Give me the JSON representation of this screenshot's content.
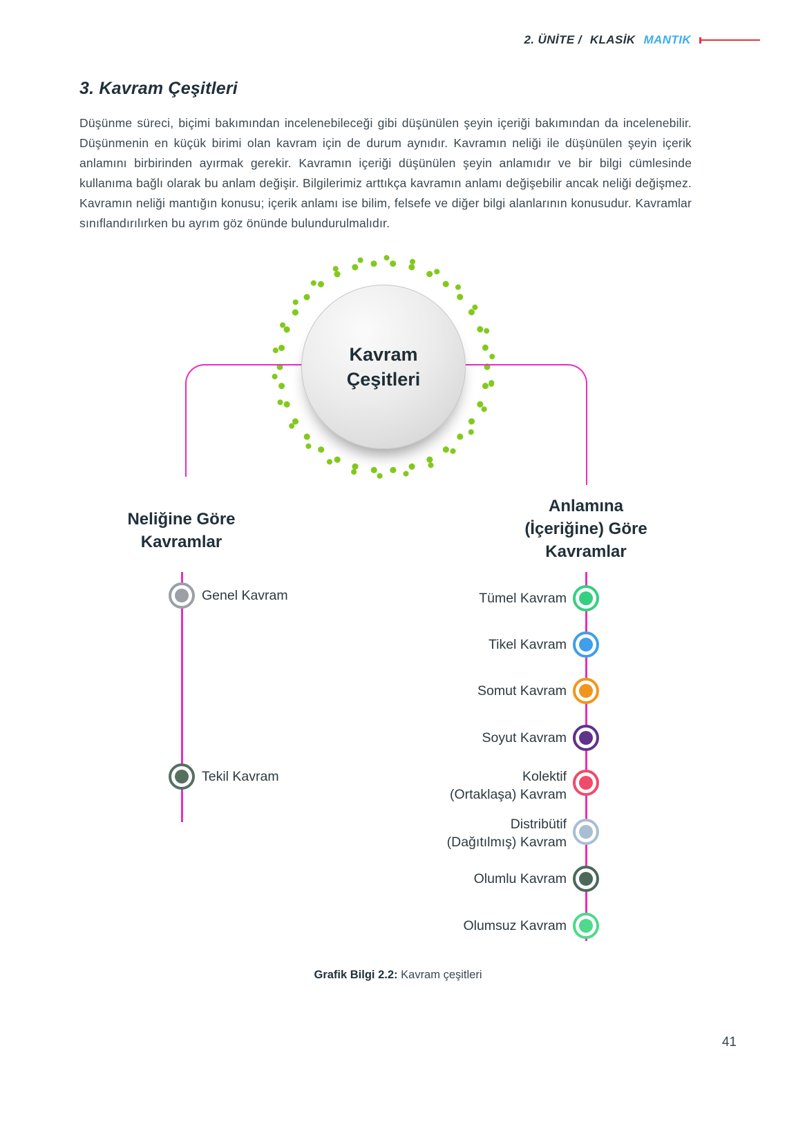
{
  "header": {
    "unit": "2. ÜNİTE /",
    "subject": "KLASİK",
    "subject_highlight": "MANTIK"
  },
  "section": {
    "heading": "3. Kavram Çeşitleri",
    "paragraph": "Düşünme süreci, biçimi bakımından incelenebileceği gibi düşünülen şeyin içeriği bakımından da incelenebilir. Düşünmenin en küçük birimi olan kavram için de durum aynıdır. Kavramın neliği ile düşünülen şeyin içerik anlamını birbirinden ayırmak gerekir. Kavramın içeriği düşünülen şeyin anlamıdır ve bir bilgi cümlesinde kullanıma bağlı olarak bu anlam değişir. Bilgilerimiz arttıkça kavramın anlamı değişebilir ancak neliği değişmez.  Kavramın neliği mantığın konusu; içerik anlamı ise bilim, felsefe ve diğer bilgi alanlarının konusudur. Kavramlar sınıflandırılırken bu ayrım göz önünde bulundurulmalıdır."
  },
  "diagram": {
    "center_label": "Kavram\nÇeşitleri",
    "colors": {
      "connector": "#e92cc1",
      "dots": "#82c91e"
    },
    "left_branch": {
      "title": "Neliğine Göre\nKavramlar",
      "items": [
        {
          "label": "Genel Kavram",
          "color": "#9aa0a6"
        },
        {
          "label": "Tekil Kavram",
          "color": "#55705f"
        }
      ]
    },
    "right_branch": {
      "title": "Anlamına\n(İçeriğine) Göre\nKavramlar",
      "items": [
        {
          "label": "Tümel Kavram",
          "color": "#35d07f"
        },
        {
          "label": "Tikel Kavram",
          "color": "#3f9fe8"
        },
        {
          "label": "Somut Kavram",
          "color": "#f0961e"
        },
        {
          "label": "Soyut Kavram",
          "color": "#5e3389"
        },
        {
          "label": "Kolektif\n(Ortaklaşa) Kavram",
          "color": "#ef4b6a"
        },
        {
          "label": "Distribütif\n(Dağıtılmış) Kavram",
          "color": "#aabed2"
        },
        {
          "label": "Olumlu Kavram",
          "color": "#4b685a"
        },
        {
          "label": "Olumsuz Kavram",
          "color": "#4fd98c"
        }
      ]
    }
  },
  "caption": {
    "label": "Grafik Bilgi 2.2:",
    "text": " Kavram çeşitleri"
  },
  "page": {
    "number": "41"
  }
}
